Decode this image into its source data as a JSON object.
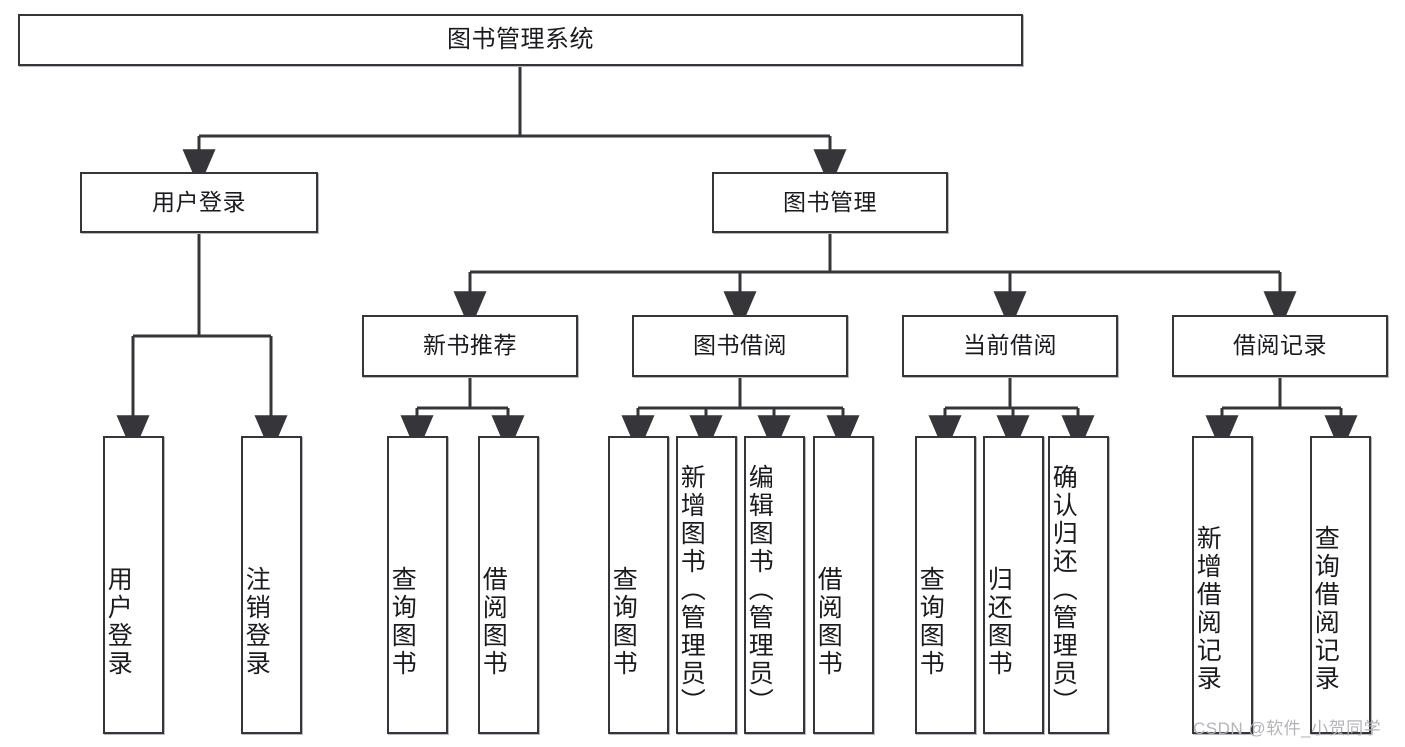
{
  "diagram": {
    "title": "图书管理系统",
    "type": "功能结构图",
    "colors": {
      "background": "#ffffff",
      "node_border": "#35353a",
      "node_fill": "#ffffff",
      "edge": "#35353a",
      "text": "#1b1b1f",
      "watermark": "#b4b4b8"
    },
    "levels": {
      "root": {
        "label": "图书管理系统"
      },
      "level2": [
        {
          "label": "用户登录"
        },
        {
          "label": "图书管理"
        }
      ],
      "level3": [
        {
          "label": "新书推荐"
        },
        {
          "label": "图书借阅"
        },
        {
          "label": "当前借阅"
        },
        {
          "label": "借阅记录"
        }
      ]
    },
    "leaves": {
      "user_login": [
        {
          "label": "用户登录"
        },
        {
          "label": "注销登录"
        }
      ],
      "new_book_recommend": [
        {
          "label": "查询图书"
        },
        {
          "label": "借阅图书"
        }
      ],
      "book_borrow": [
        {
          "label": "查询图书"
        },
        {
          "label": "新增图书（管理员）"
        },
        {
          "label": "编辑图书（管理员）"
        },
        {
          "label": "借阅图书"
        }
      ],
      "current_borrow": [
        {
          "label": "查询图书"
        },
        {
          "label": "归还图书"
        },
        {
          "label": "确认归还（管理员）"
        }
      ],
      "borrow_record": [
        {
          "label": "新增借阅记录"
        },
        {
          "label": "查询借阅记录"
        }
      ]
    },
    "watermark": "CSDN @软件_小贺同学"
  }
}
